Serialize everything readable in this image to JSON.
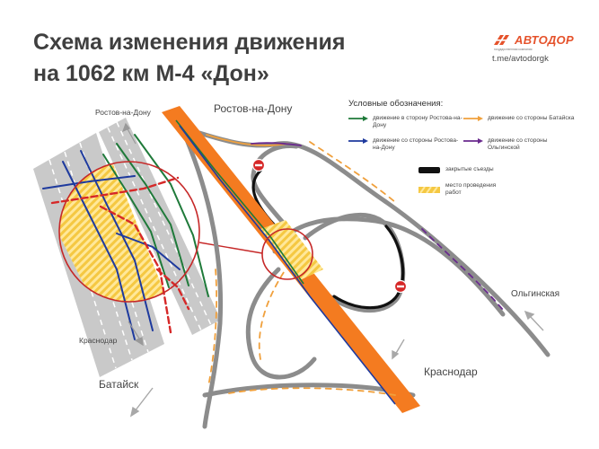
{
  "title": {
    "line1": "Схема изменения движения",
    "line2": "на 1062 км М-4 «Дон»"
  },
  "brand": {
    "name": "АВТОДОР",
    "subtitle": "государственная компания",
    "link": "t.me/avtodorgk",
    "color": "#e5522b"
  },
  "legend": {
    "title": "Условные обозначения:",
    "items": [
      {
        "label": "движение в сторону Ростова-на-Дону",
        "color": "#1f7a3a"
      },
      {
        "label": "движение со стороны Батайска",
        "color": "#f0a03c"
      },
      {
        "label": "движение со стороны Ростова-на-Дону",
        "color": "#1e3a9e"
      },
      {
        "label": "движение со стороны Ольгинской",
        "color": "#6a2a8e"
      }
    ],
    "closed_exits": "закрытые съезды",
    "work_zone": "место проведения работ"
  },
  "places": {
    "rostov_inset": "Ростов-на-Дону",
    "krasnodar_inset": "Краснодар",
    "rostov_main": "Ростов-на-Дону",
    "olginskaya": "Ольгинская",
    "krasnodar_main": "Краснодар",
    "bataysk": "Батайск"
  },
  "colors": {
    "road": "#8c8c8c",
    "main_road": "#f47b20",
    "work_zone": "#f5c842",
    "closed": "#111111",
    "closed_sign": "#d62828",
    "inset_circle": "#c62828"
  }
}
